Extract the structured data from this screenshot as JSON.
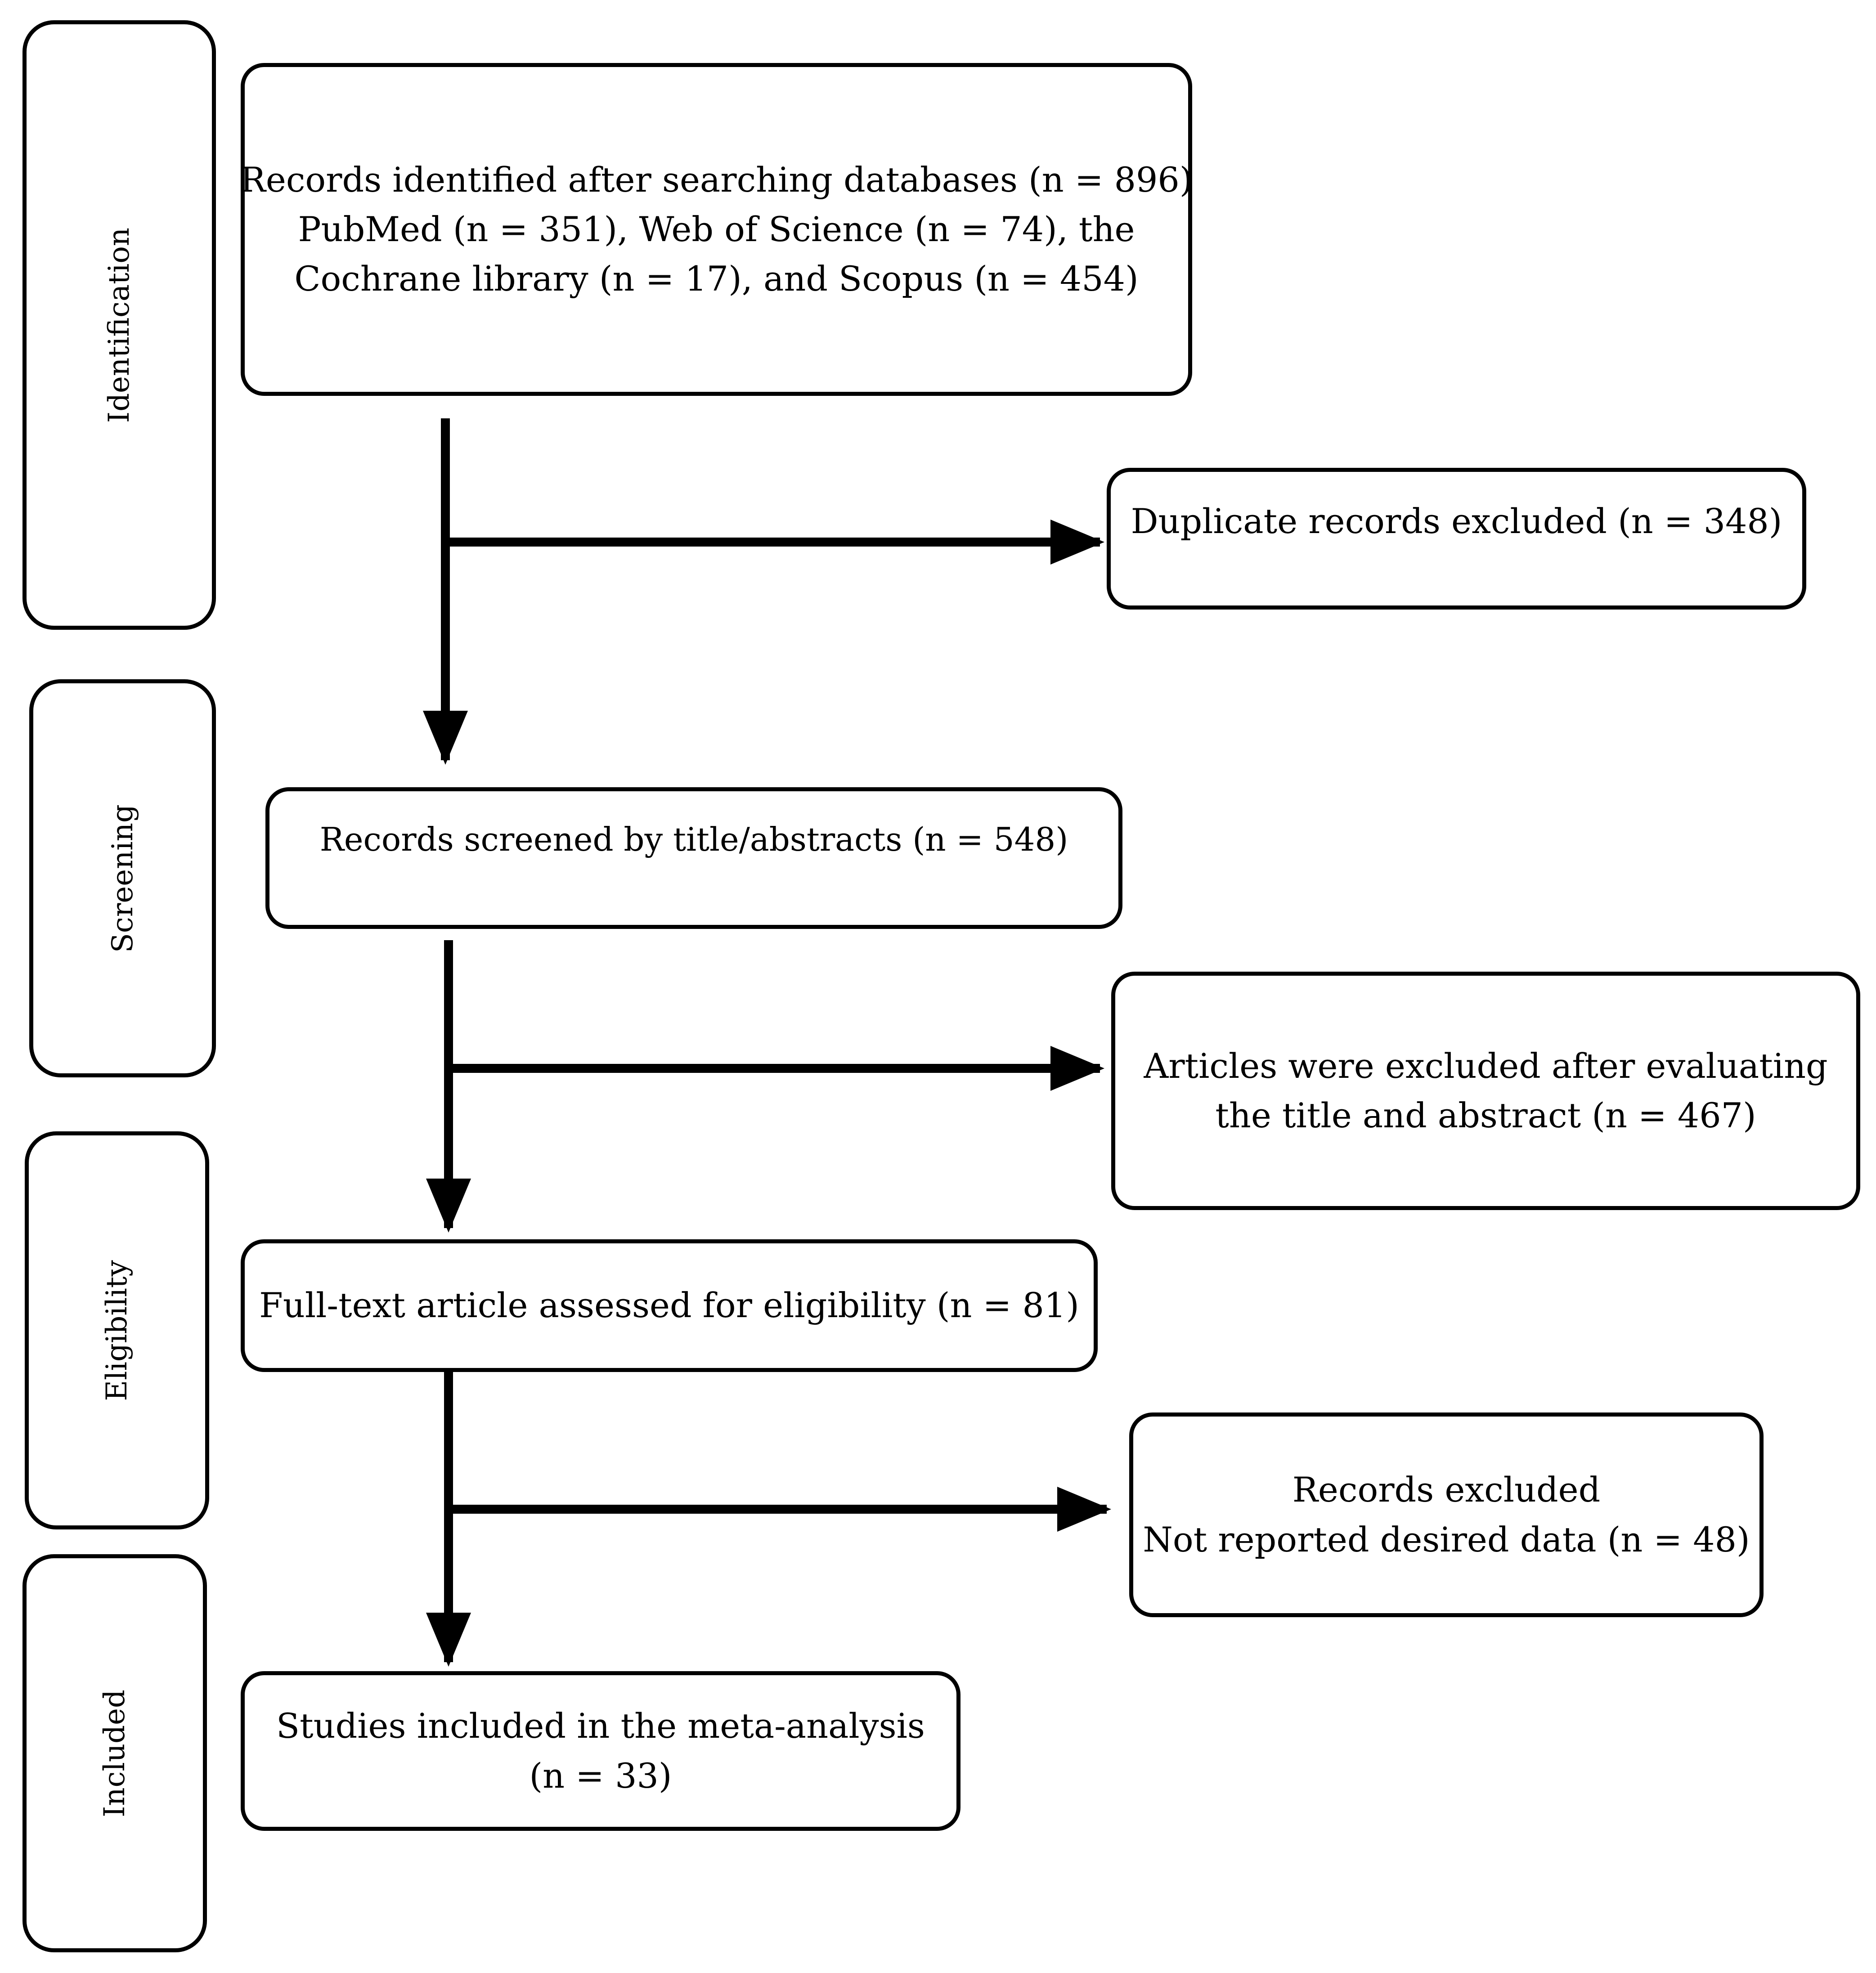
{
  "stages": {
    "identification": "Identification",
    "screening": "Screening",
    "eligibility": "Eligibility",
    "included": "Included"
  },
  "boxes": {
    "identified": {
      "line1": "Records identified after searching databases (n = 896)",
      "line2": "PubMed (n = 351), Web of Science (n = 74), the",
      "line3": "Cochrane library (n = 17), and Scopus (n = 454)"
    },
    "duplicates": {
      "line1": "Duplicate records excluded (n = 348)"
    },
    "screened": {
      "line1": "Records screened by title/abstracts (n = 548)"
    },
    "excluded_title_abstract": {
      "line1": "Articles were excluded after evaluating",
      "line2": "the title and abstract (n = 467)"
    },
    "full_text": {
      "line1": "Full-text article assessed for eligibility (n = 81)"
    },
    "excluded_records": {
      "line1": "Records excluded",
      "line2": "Not reported desired data (n = 48)"
    },
    "included_studies": {
      "line1": "Studies included in the meta-analysis",
      "line2": "(n = 33)"
    }
  }
}
